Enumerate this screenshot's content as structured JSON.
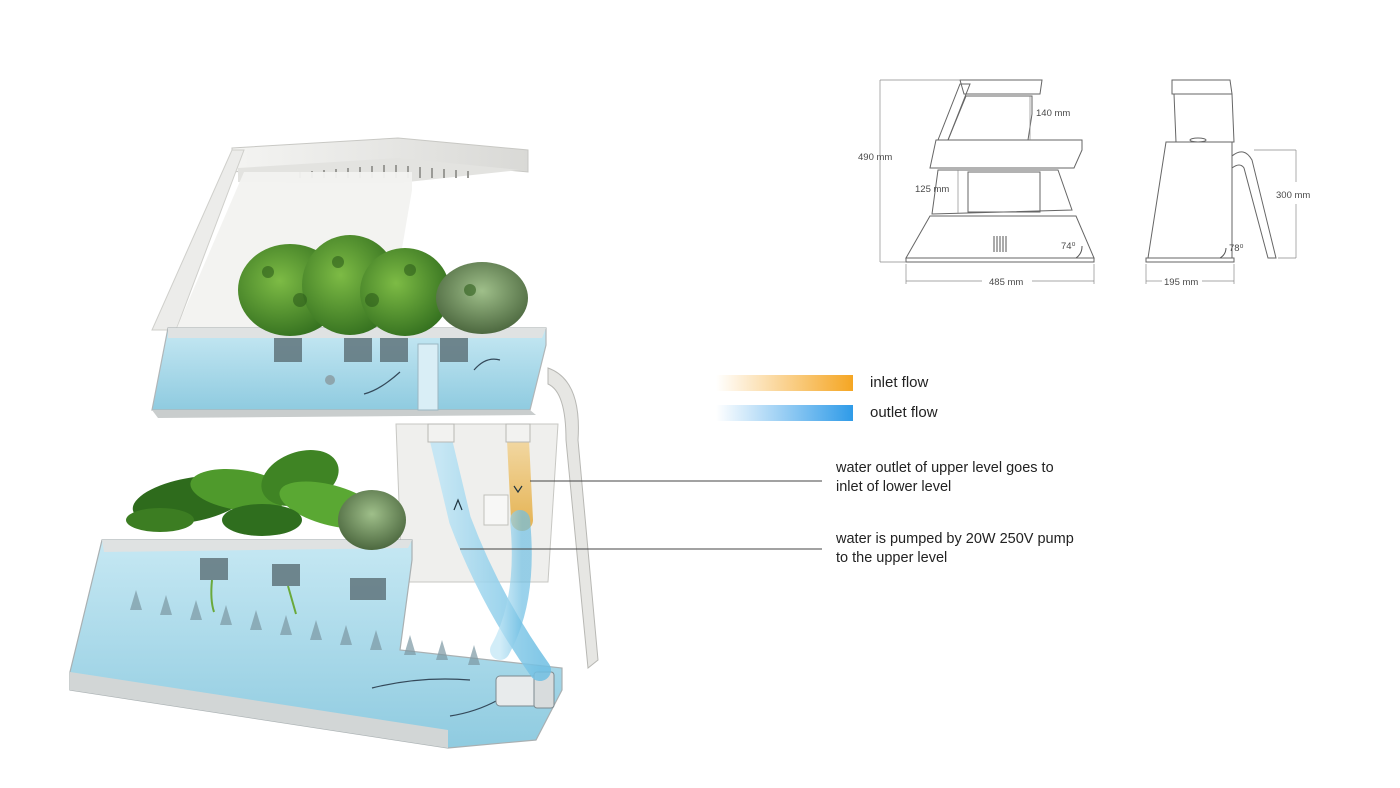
{
  "legend": {
    "inlet_label": "inlet flow",
    "outlet_label": "outlet flow",
    "inlet_color": "#f5a623",
    "outlet_color": "#2f9be8"
  },
  "callouts": {
    "upper_outlet_line1": "water outlet of upper level goes to",
    "upper_outlet_line2": "inlet of lower level",
    "pump_line1": "water is pumped by 20W 250V pump",
    "pump_line2": "to the upper level"
  },
  "dimensions": {
    "front": {
      "height_total": "490 mm",
      "upper_clearance": "140 mm",
      "lower_clearance": "125 mm",
      "base_width": "485 mm",
      "angle": "74⁰"
    },
    "side": {
      "leg_height": "300 mm",
      "base_depth": "195 mm",
      "angle": "78⁰"
    }
  },
  "colors": {
    "water": "#a8d8ea",
    "foliage_dark": "#2f6b1e",
    "foliage_light": "#6aa83a",
    "frame": "#e8e8e6",
    "line": "#555555"
  }
}
